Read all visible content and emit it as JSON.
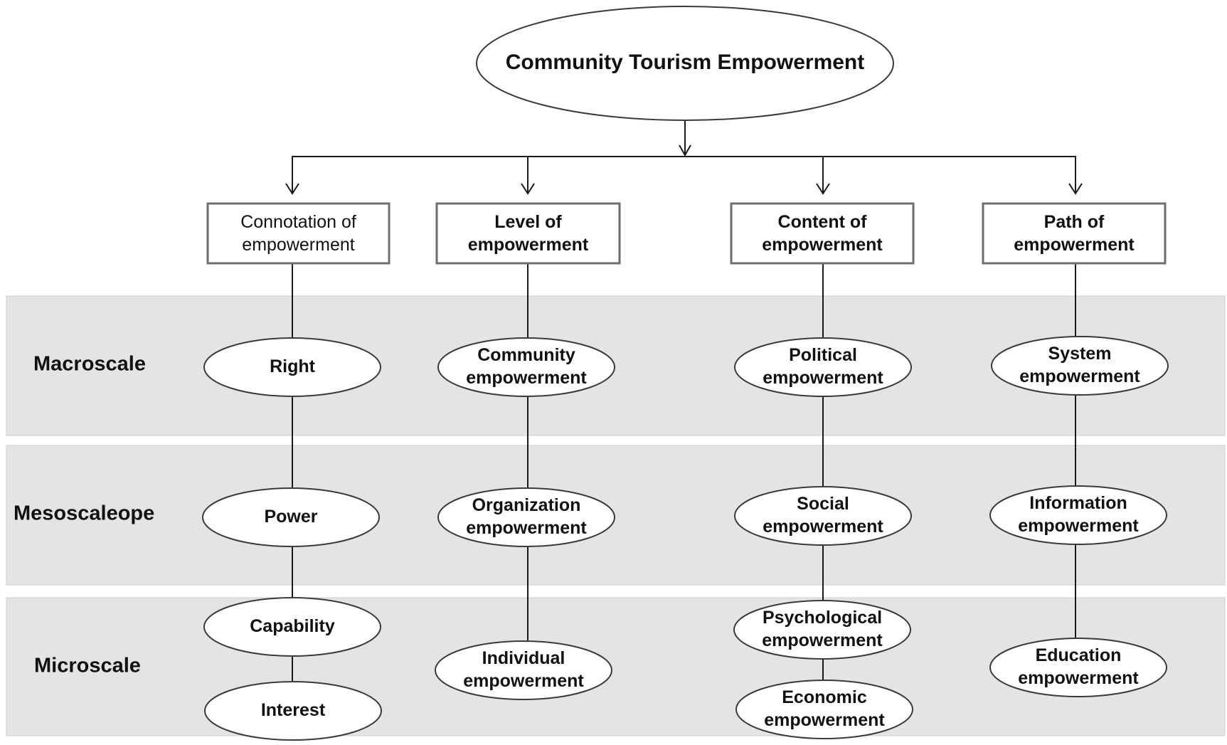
{
  "root": "Community Tourism Empowerment",
  "scales": [
    "Macroscale",
    "Mesoscaleope",
    "Microscale"
  ],
  "columns": [
    {
      "header": [
        "Connotation of",
        "empowerment"
      ],
      "nodes": [
        [
          "Right"
        ],
        [
          "Power"
        ],
        [
          "Capability"
        ],
        [
          "Interest"
        ]
      ]
    },
    {
      "header": [
        "Level of",
        "empowerment"
      ],
      "nodes": [
        [
          "Community",
          "empowerment"
        ],
        [
          "Organization",
          "empowerment"
        ],
        [
          "Individual",
          "empowerment"
        ]
      ]
    },
    {
      "header": [
        "Content of",
        "empowerment"
      ],
      "nodes": [
        [
          "Political",
          "empowerment"
        ],
        [
          "Social",
          "empowerment"
        ],
        [
          "Psychological",
          "empowerment"
        ],
        [
          "Economic",
          "empowerment"
        ]
      ]
    },
    {
      "header": [
        "Path of",
        "empowerment"
      ],
      "nodes": [
        [
          "System",
          "empowerment"
        ],
        [
          "Information",
          "empowerment"
        ],
        [
          "Education",
          "empowerment"
        ]
      ]
    }
  ]
}
